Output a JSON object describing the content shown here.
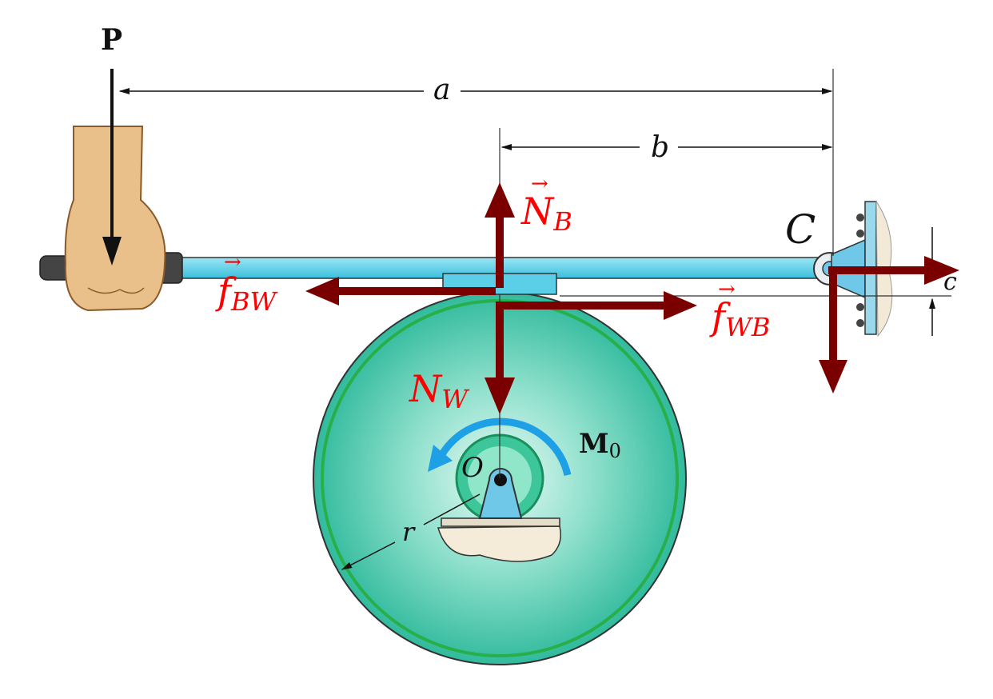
{
  "labels": {
    "force_p": "P",
    "dim_a": "a",
    "dim_b": "b",
    "dim_c": "c",
    "pin_c": "C",
    "center_o": "O",
    "radius_r": "r",
    "moment_main": "M",
    "moment_sub": "0",
    "normal_b_main": "N",
    "normal_b_sub": "B",
    "normal_w_main": "N",
    "normal_w_sub": "W",
    "friction_bw_main": "f",
    "friction_bw_sub": "BW",
    "friction_wb_main": "f",
    "friction_wb_sub": "WB"
  },
  "colors": {
    "force_arrow": "#7a0000",
    "force_label": "#ff0000",
    "bar": "#5ccfe8",
    "wheel": "#2ec4a8",
    "wheel_rim": "#27b04a",
    "moment_arrow": "#1ea0e6",
    "skin": "#e9c08a"
  }
}
